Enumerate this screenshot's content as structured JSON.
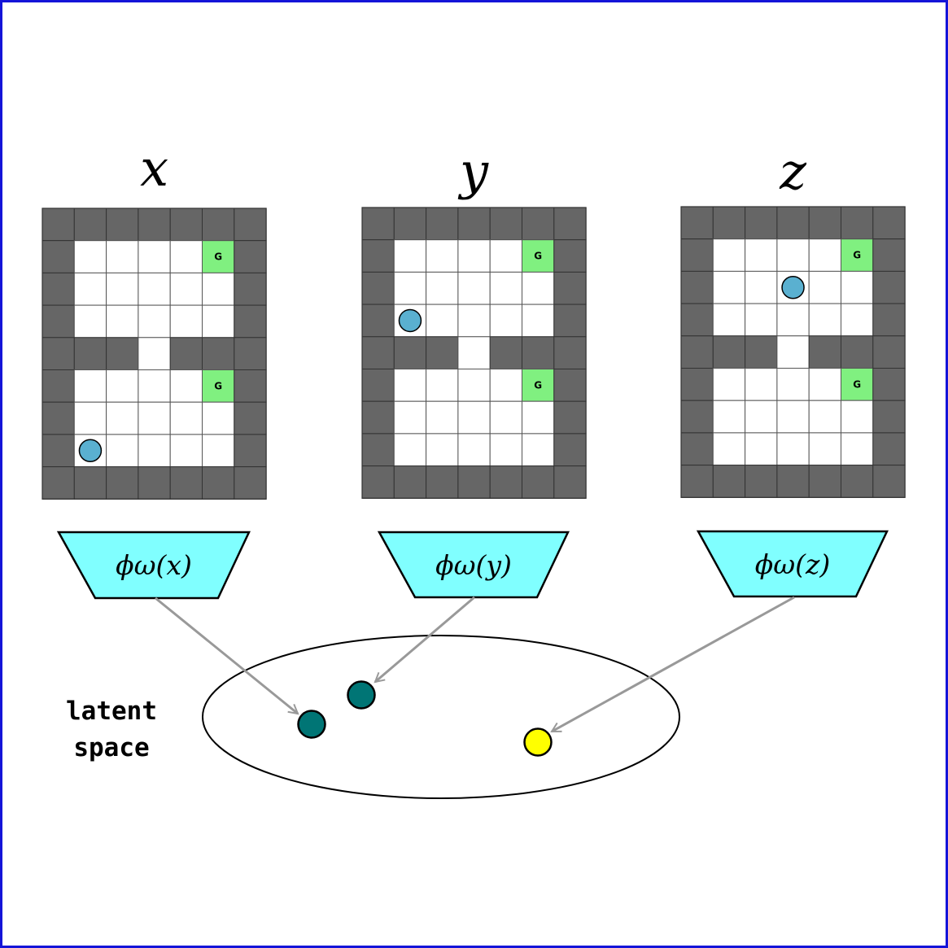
{
  "panels": [
    {
      "label": "x",
      "encoder_label": "ϕω(x)",
      "agent_cell": [
        1,
        7
      ],
      "goal_cells": [
        [
          5,
          1
        ],
        [
          5,
          5
        ]
      ],
      "goal_text": "G",
      "embedding_color": "#007575"
    },
    {
      "label": "y",
      "encoder_label": "ϕω(y)",
      "agent_cell": [
        1,
        3
      ],
      "goal_cells": [
        [
          5,
          1
        ],
        [
          5,
          5
        ]
      ],
      "goal_text": "G",
      "embedding_color": "#007575"
    },
    {
      "label": "z",
      "encoder_label": "ϕω(z)",
      "agent_cell": [
        3,
        2
      ],
      "goal_cells": [
        [
          5,
          1
        ],
        [
          5,
          5
        ]
      ],
      "goal_text": "G",
      "embedding_color": "#ffff00"
    }
  ],
  "grid": {
    "cols": 7,
    "rows": 9,
    "open_cells": [
      [
        1,
        1
      ],
      [
        2,
        1
      ],
      [
        3,
        1
      ],
      [
        4,
        1
      ],
      [
        5,
        1
      ],
      [
        1,
        2
      ],
      [
        2,
        2
      ],
      [
        3,
        2
      ],
      [
        4,
        2
      ],
      [
        5,
        2
      ],
      [
        1,
        3
      ],
      [
        2,
        3
      ],
      [
        3,
        3
      ],
      [
        4,
        3
      ],
      [
        5,
        3
      ],
      [
        3,
        4
      ],
      [
        1,
        5
      ],
      [
        2,
        5
      ],
      [
        3,
        5
      ],
      [
        4,
        5
      ],
      [
        5,
        5
      ],
      [
        1,
        6
      ],
      [
        2,
        6
      ],
      [
        3,
        6
      ],
      [
        4,
        6
      ],
      [
        5,
        6
      ],
      [
        1,
        7
      ],
      [
        2,
        7
      ],
      [
        3,
        7
      ],
      [
        4,
        7
      ],
      [
        5,
        7
      ]
    ]
  },
  "latent": {
    "label_line1": "latent",
    "label_line2": "space"
  },
  "colors": {
    "border": "#1414d8",
    "wall": "#666666",
    "floor": "#ffffff",
    "goal": "#80f080",
    "agent": "#5ab0d0",
    "encoder": "#80ffff",
    "arrow": "#999999"
  }
}
